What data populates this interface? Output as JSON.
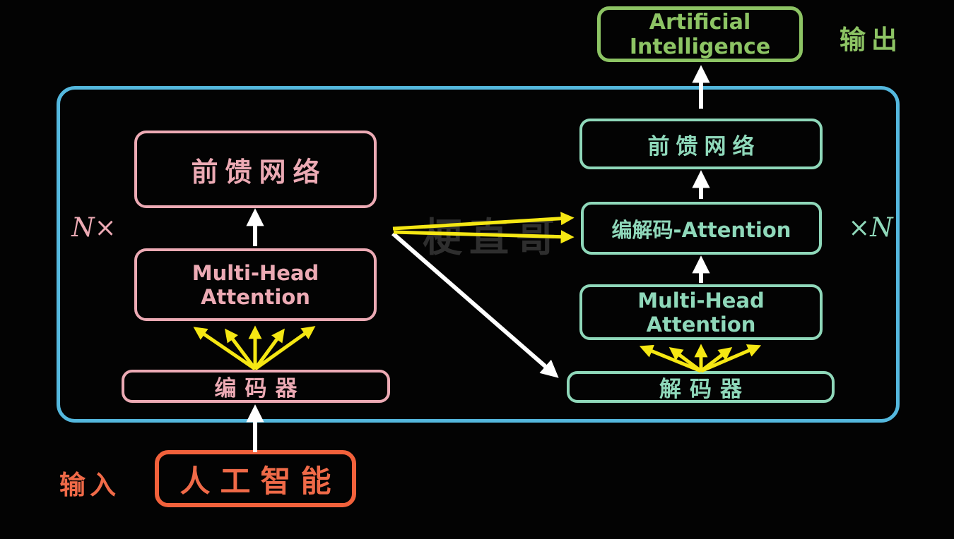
{
  "title": "Transformer encoder-decoder diagram",
  "colors": {
    "background": "#030303",
    "outer_border_blue": "#54b8de",
    "encoder_pink": "#ecaab4",
    "decoder_teal": "#8fd8ba",
    "output_green": "#8dc464",
    "input_orange": "#f2613b",
    "arrow_yellow": "#f5e713",
    "arrow_white": "#ffffff",
    "watermark_gray": "#2e2e2e"
  },
  "output": {
    "box_label": "Artificial Intelligence",
    "side_label": "输出"
  },
  "input": {
    "box_label": "人工智能",
    "side_label": "输入"
  },
  "encoder": {
    "multiplier": "N×",
    "ffn_label": "前馈网络",
    "mha_label": "Multi-Head Attention",
    "name_label": "编码器"
  },
  "decoder": {
    "multiplier": "×N",
    "ffn_label": "前馈网络",
    "cross_attention_label": "编解码-Attention",
    "mha_label": "Multi-Head Attention",
    "name_label": "解码器"
  },
  "watermark": "梗直哥"
}
